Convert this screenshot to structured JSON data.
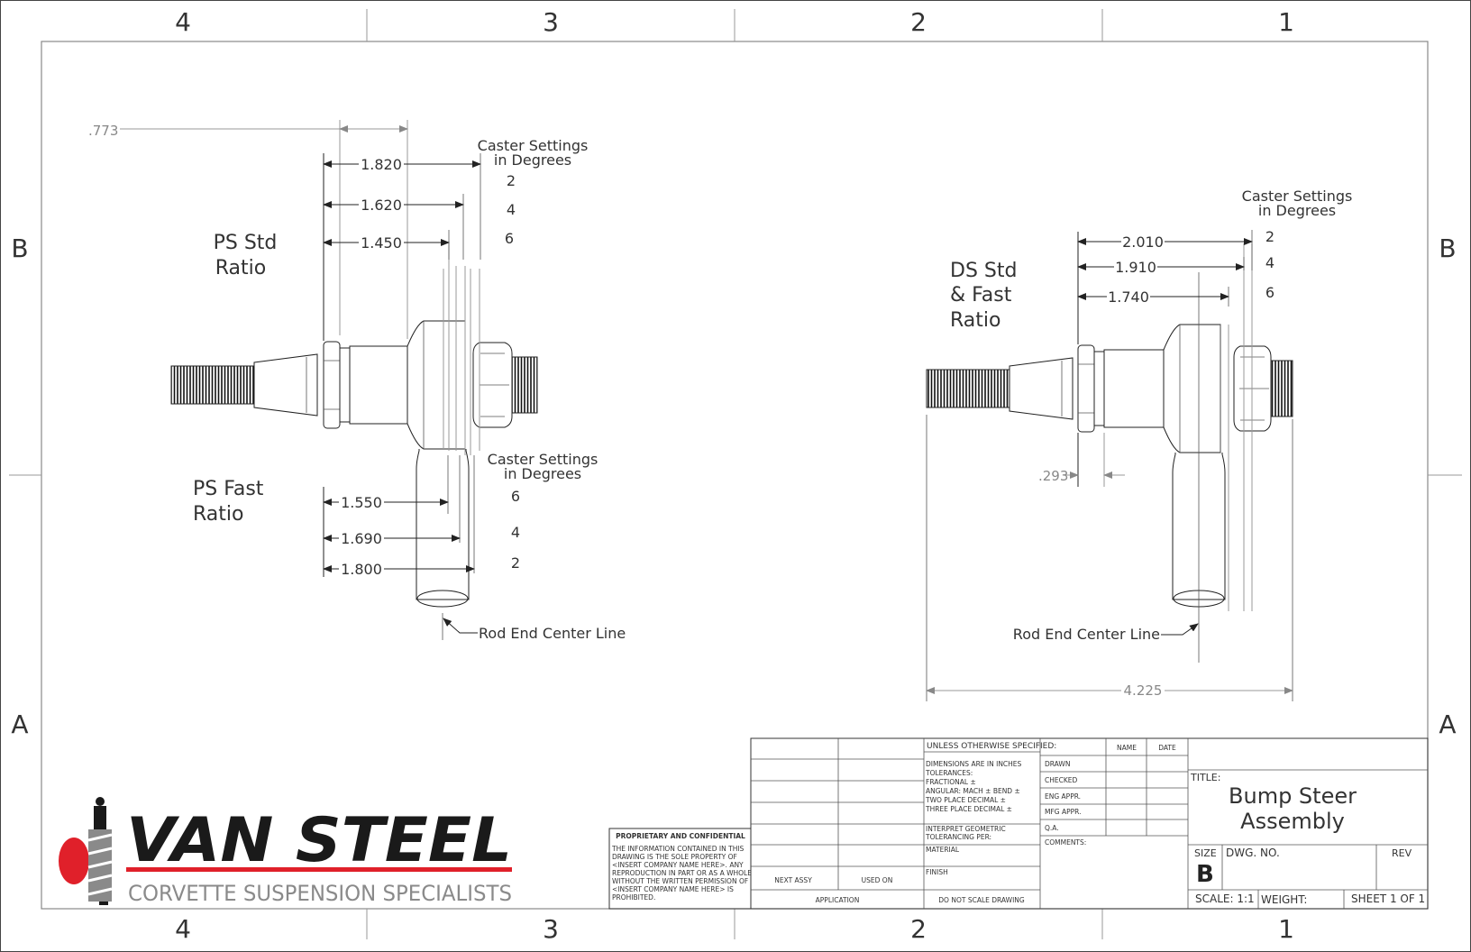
{
  "zones": {
    "columns": [
      "4",
      "3",
      "2",
      "1"
    ],
    "rows": [
      "B",
      "A"
    ]
  },
  "left_view": {
    "top_dim": ".773",
    "std_label": [
      "PS Std",
      "Ratio"
    ],
    "fast_label": [
      "PS Fast",
      "Ratio"
    ],
    "caster_top": [
      "Caster Settings",
      "in Degrees"
    ],
    "caster_bottom": [
      "Caster Settings",
      "in Degrees"
    ],
    "std_dims": [
      {
        "value": "1.820",
        "caster": "2"
      },
      {
        "value": "1.620",
        "caster": "4"
      },
      {
        "value": "1.450",
        "caster": "6"
      }
    ],
    "fast_dims": [
      {
        "value": "1.550",
        "caster": "6"
      },
      {
        "value": "1.690",
        "caster": "4"
      },
      {
        "value": "1.800",
        "caster": "2"
      }
    ],
    "centerline": "Rod End Center Line"
  },
  "right_view": {
    "label": [
      "DS Std",
      "& Fast",
      "Ratio"
    ],
    "caster": [
      "Caster Settings",
      "in Degrees"
    ],
    "dims": [
      {
        "value": "2.010",
        "caster": "2"
      },
      {
        "value": "1.910",
        "caster": "4"
      },
      {
        "value": "1.740",
        "caster": "6"
      }
    ],
    "small_dim": ".293",
    "overall_dim": "4.225",
    "centerline": "Rod End Center Line"
  },
  "logo": {
    "brand": "VAN STEEL",
    "tagline": "CORVETTE SUSPENSION SPECIALISTS",
    "brand_color": "#1a1a1a",
    "accent_color": "#e0202a",
    "tagline_color": "#8a8a8a"
  },
  "title_block": {
    "proprietary_title": "PROPRIETARY AND CONFIDENTIAL",
    "proprietary_text": [
      "THE INFORMATION CONTAINED IN THIS",
      "DRAWING IS THE SOLE PROPERTY OF",
      "<INSERT COMPANY NAME HERE>.  ANY",
      "REPRODUCTION IN PART OR AS A WHOLE",
      "WITHOUT THE WRITTEN PERMISSION OF",
      "<INSERT COMPANY NAME HERE> IS",
      "PROHIBITED."
    ],
    "next_assy": "NEXT ASSY",
    "used_on": "USED ON",
    "application": "APPLICATION",
    "unless": "UNLESS OTHERWISE SPECIFIED:",
    "tolerance_lines": [
      "DIMENSIONS ARE IN INCHES",
      "TOLERANCES:",
      "FRACTIONAL ±",
      "ANGULAR: MACH ±    BEND ±",
      "TWO PLACE DECIMAL    ±",
      "THREE PLACE DECIMAL  ±"
    ],
    "interpret": [
      "INTERPRET GEOMETRIC",
      "TOLERANCING PER:"
    ],
    "material": "MATERIAL",
    "finish": "FINISH",
    "do_not_scale": "DO NOT SCALE DRAWING",
    "name_header": "NAME",
    "date_header": "DATE",
    "roles": [
      "DRAWN",
      "CHECKED",
      "ENG APPR.",
      "MFG APPR.",
      "Q.A."
    ],
    "comments": "COMMENTS:",
    "title_label": "TITLE:",
    "title": [
      "Bump Steer",
      "Assembly"
    ],
    "size_label": "SIZE",
    "size": "B",
    "dwg_no_label": "DWG.  NO.",
    "rev_label": "REV",
    "scale": "SCALE: 1:1",
    "weight": "WEIGHT:",
    "sheet": "SHEET 1 OF 1"
  }
}
